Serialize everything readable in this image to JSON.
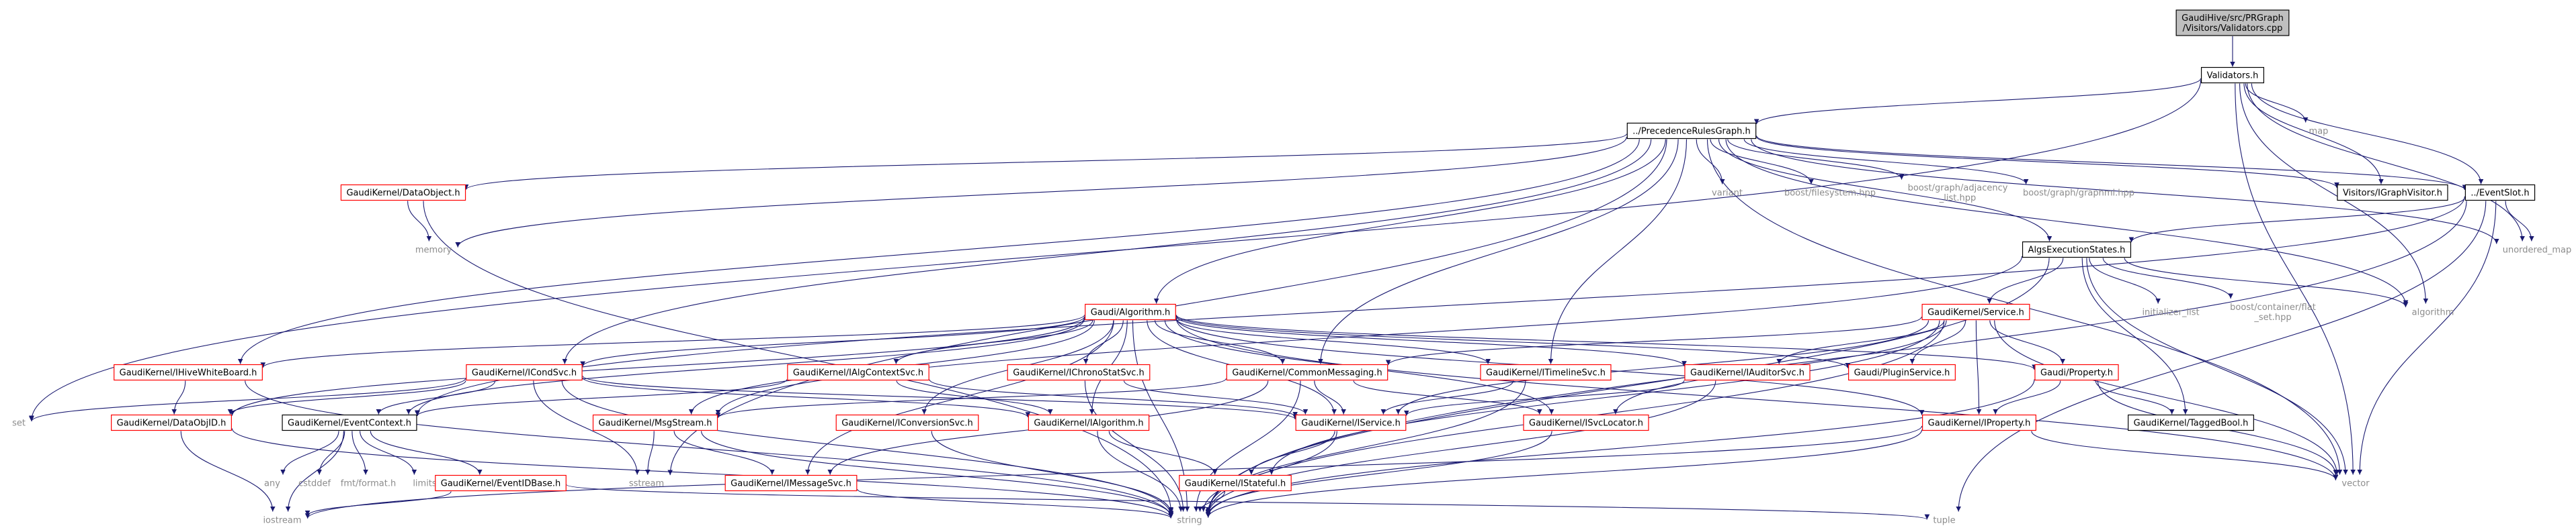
{
  "colors": {
    "edge": "#191970",
    "root_fill": "#bfbfbf",
    "documented_border": "#000000",
    "undocumented_border": "#ff0000",
    "system_text": "#8c8c8c",
    "text": "#000000"
  },
  "nodes": [
    {
      "id": "root",
      "label": [
        "GaudiHive/src/PRGraph",
        "/Visitors/Validators.cpp"
      ],
      "kind": "root"
    },
    {
      "id": "validators",
      "label": [
        "Validators.h"
      ],
      "kind": "documented"
    },
    {
      "id": "prg",
      "label": [
        "../PrecedenceRulesGraph.h"
      ],
      "kind": "documented"
    },
    {
      "id": "igv",
      "label": [
        "Visitors/IGraphVisitor.h"
      ],
      "kind": "documented"
    },
    {
      "id": "eventslot",
      "label": [
        "../EventSlot.h"
      ],
      "kind": "documented"
    },
    {
      "id": "map",
      "label": [
        "map"
      ],
      "kind": "system"
    },
    {
      "id": "dataobject",
      "label": [
        "GaudiKernel/DataObject.h"
      ],
      "kind": "undocumented"
    },
    {
      "id": "memory",
      "label": [
        "memory"
      ],
      "kind": "system"
    },
    {
      "id": "variant",
      "label": [
        "variant"
      ],
      "kind": "system"
    },
    {
      "id": "bfs",
      "label": [
        "boost/filesystem.hpp"
      ],
      "kind": "system"
    },
    {
      "id": "badj",
      "label": [
        "boost/graph/adjacency",
        "_list.hpp"
      ],
      "kind": "system"
    },
    {
      "id": "bgml",
      "label": [
        "boost/graph/graphml.hpp"
      ],
      "kind": "system"
    },
    {
      "id": "unordered",
      "label": [
        "unordered_map"
      ],
      "kind": "system"
    },
    {
      "id": "aes",
      "label": [
        "AlgsExecutionStates.h"
      ],
      "kind": "documented"
    },
    {
      "id": "algorithm_sys",
      "label": [
        "algorithm"
      ],
      "kind": "system"
    },
    {
      "id": "initlist",
      "label": [
        "initializer_list"
      ],
      "kind": "system"
    },
    {
      "id": "flatset",
      "label": [
        "boost/container/flat",
        "_set.hpp"
      ],
      "kind": "system"
    },
    {
      "id": "gaudialgo",
      "label": [
        "Gaudi/Algorithm.h"
      ],
      "kind": "undocumented"
    },
    {
      "id": "service",
      "label": [
        "GaudiKernel/Service.h"
      ],
      "kind": "undocumented"
    },
    {
      "id": "ihivewb",
      "label": [
        "GaudiKernel/IHiveWhiteBoard.h"
      ],
      "kind": "undocumented"
    },
    {
      "id": "icondsvc",
      "label": [
        "GaudiKernel/ICondSvc.h"
      ],
      "kind": "undocumented"
    },
    {
      "id": "ialgctx",
      "label": [
        "GaudiKernel/IAlgContextSvc.h"
      ],
      "kind": "undocumented"
    },
    {
      "id": "ichrono",
      "label": [
        "GaudiKernel/IChronoStatSvc.h"
      ],
      "kind": "undocumented"
    },
    {
      "id": "commsg",
      "label": [
        "GaudiKernel/CommonMessaging.h"
      ],
      "kind": "undocumented"
    },
    {
      "id": "itimeline",
      "label": [
        "GaudiKernel/ITimelineSvc.h"
      ],
      "kind": "undocumented"
    },
    {
      "id": "iauditor",
      "label": [
        "GaudiKernel/IAuditorSvc.h"
      ],
      "kind": "undocumented"
    },
    {
      "id": "pluginsvc",
      "label": [
        "Gaudi/PluginService.h"
      ],
      "kind": "undocumented"
    },
    {
      "id": "property",
      "label": [
        "Gaudi/Property.h"
      ],
      "kind": "undocumented"
    },
    {
      "id": "set",
      "label": [
        "set"
      ],
      "kind": "system"
    },
    {
      "id": "dataobjid",
      "label": [
        "GaudiKernel/DataObjID.h"
      ],
      "kind": "undocumented"
    },
    {
      "id": "eventctx",
      "label": [
        "GaudiKernel/EventContext.h"
      ],
      "kind": "documented"
    },
    {
      "id": "msgstream",
      "label": [
        "GaudiKernel/MsgStream.h"
      ],
      "kind": "undocumented"
    },
    {
      "id": "iconvsvc",
      "label": [
        "GaudiKernel/IConversionSvc.h"
      ],
      "kind": "undocumented"
    },
    {
      "id": "ialgorithm",
      "label": [
        "GaudiKernel/IAlgorithm.h"
      ],
      "kind": "undocumented"
    },
    {
      "id": "iservice",
      "label": [
        "GaudiKernel/IService.h"
      ],
      "kind": "undocumented"
    },
    {
      "id": "isvcloc",
      "label": [
        "GaudiKernel/ISvcLocator.h"
      ],
      "kind": "undocumented"
    },
    {
      "id": "iproperty",
      "label": [
        "GaudiKernel/IProperty.h"
      ],
      "kind": "undocumented"
    },
    {
      "id": "taggedbool",
      "label": [
        "GaudiKernel/TaggedBool.h"
      ],
      "kind": "documented"
    },
    {
      "id": "vector",
      "label": [
        "vector"
      ],
      "kind": "system"
    },
    {
      "id": "any",
      "label": [
        "any"
      ],
      "kind": "system"
    },
    {
      "id": "cstddef",
      "label": [
        "cstddef"
      ],
      "kind": "system"
    },
    {
      "id": "fmt",
      "label": [
        "fmt/format.h"
      ],
      "kind": "system"
    },
    {
      "id": "limits",
      "label": [
        "limits"
      ],
      "kind": "system"
    },
    {
      "id": "eventidbase",
      "label": [
        "GaudiKernel/EventIDBase.h"
      ],
      "kind": "undocumented"
    },
    {
      "id": "sstream",
      "label": [
        "sstream"
      ],
      "kind": "system"
    },
    {
      "id": "imsgsvc",
      "label": [
        "GaudiKernel/IMessageSvc.h"
      ],
      "kind": "undocumented"
    },
    {
      "id": "istateful",
      "label": [
        "GaudiKernel/IStateful.h"
      ],
      "kind": "undocumented"
    },
    {
      "id": "iostream",
      "label": [
        "iostream"
      ],
      "kind": "system"
    },
    {
      "id": "string",
      "label": [
        "string"
      ],
      "kind": "system"
    },
    {
      "id": "tuple",
      "label": [
        "tuple"
      ],
      "kind": "system"
    }
  ],
  "edges": [
    [
      "root",
      "validators"
    ],
    [
      "validators",
      "prg"
    ],
    [
      "validators",
      "igv"
    ],
    [
      "validators",
      "eventslot"
    ],
    [
      "validators",
      "map"
    ],
    [
      "validators",
      "set"
    ],
    [
      "validators",
      "algorithm_sys"
    ],
    [
      "validators",
      "unordered"
    ],
    [
      "validators",
      "vector"
    ],
    [
      "prg",
      "dataobject"
    ],
    [
      "prg",
      "memory"
    ],
    [
      "prg",
      "variant"
    ],
    [
      "prg",
      "bfs"
    ],
    [
      "prg",
      "badj"
    ],
    [
      "prg",
      "bgml"
    ],
    [
      "prg",
      "igv"
    ],
    [
      "prg",
      "eventslot"
    ],
    [
      "prg",
      "aes"
    ],
    [
      "prg",
      "gaudialgo"
    ],
    [
      "prg",
      "ihivewb"
    ],
    [
      "prg",
      "icondsvc"
    ],
    [
      "prg",
      "commsg"
    ],
    [
      "prg",
      "itimeline"
    ],
    [
      "prg",
      "unordered"
    ],
    [
      "prg",
      "algorithm_sys"
    ],
    [
      "prg",
      "vector"
    ],
    [
      "prg",
      "sstream"
    ],
    [
      "dataobject",
      "memory"
    ],
    [
      "dataobject",
      "string"
    ],
    [
      "eventslot",
      "aes"
    ],
    [
      "eventslot",
      "eventctx"
    ],
    [
      "eventslot",
      "unordered"
    ],
    [
      "eventslot",
      "vector"
    ],
    [
      "eventslot",
      "string"
    ],
    [
      "eventslot",
      "tuple"
    ],
    [
      "aes",
      "initlist"
    ],
    [
      "aes",
      "flatset"
    ],
    [
      "aes",
      "service"
    ],
    [
      "aes",
      "algorithm_sys"
    ],
    [
      "aes",
      "vector"
    ],
    [
      "aes",
      "string"
    ],
    [
      "aes",
      "msgstream"
    ],
    [
      "aes",
      "taggedbool"
    ],
    [
      "gaudialgo",
      "ihivewb"
    ],
    [
      "gaudialgo",
      "icondsvc"
    ],
    [
      "gaudialgo",
      "ialgctx"
    ],
    [
      "gaudialgo",
      "ichrono"
    ],
    [
      "gaudialgo",
      "commsg"
    ],
    [
      "gaudialgo",
      "itimeline"
    ],
    [
      "gaudialgo",
      "iauditor"
    ],
    [
      "gaudialgo",
      "pluginsvc"
    ],
    [
      "gaudialgo",
      "property"
    ],
    [
      "gaudialgo",
      "dataobjid"
    ],
    [
      "gaudialgo",
      "eventctx"
    ],
    [
      "gaudialgo",
      "msgstream"
    ],
    [
      "gaudialgo",
      "iconvsvc"
    ],
    [
      "gaudialgo",
      "ialgorithm"
    ],
    [
      "gaudialgo",
      "iservice"
    ],
    [
      "gaudialgo",
      "isvcloc"
    ],
    [
      "gaudialgo",
      "iproperty"
    ],
    [
      "gaudialgo",
      "vector"
    ],
    [
      "gaudialgo",
      "string"
    ],
    [
      "gaudialgo",
      "imsgsvc"
    ],
    [
      "service",
      "commsg"
    ],
    [
      "service",
      "iauditor"
    ],
    [
      "service",
      "pluginsvc"
    ],
    [
      "service",
      "property"
    ],
    [
      "service",
      "iservice"
    ],
    [
      "service",
      "isvcloc"
    ],
    [
      "service",
      "iproperty"
    ],
    [
      "service",
      "istateful"
    ],
    [
      "service",
      "vector"
    ],
    [
      "service",
      "string"
    ],
    [
      "ihivewb",
      "dataobjid"
    ],
    [
      "ihivewb",
      "string"
    ],
    [
      "icondsvc",
      "set"
    ],
    [
      "icondsvc",
      "dataobjid"
    ],
    [
      "icondsvc",
      "eventctx"
    ],
    [
      "icondsvc",
      "ialgorithm"
    ],
    [
      "icondsvc",
      "iservice"
    ],
    [
      "icondsvc",
      "sstream"
    ],
    [
      "icondsvc",
      "string"
    ],
    [
      "ialgctx",
      "eventctx"
    ],
    [
      "ialgctx",
      "ialgorithm"
    ],
    [
      "ialgctx",
      "iservice"
    ],
    [
      "ichrono",
      "iservice"
    ],
    [
      "ichrono",
      "string"
    ],
    [
      "commsg",
      "msgstream"
    ],
    [
      "commsg",
      "iservice"
    ],
    [
      "commsg",
      "isvcloc"
    ],
    [
      "commsg",
      "imsgsvc"
    ],
    [
      "commsg",
      "string"
    ],
    [
      "itimeline",
      "iservice"
    ],
    [
      "itimeline",
      "string"
    ],
    [
      "iauditor",
      "iservice"
    ],
    [
      "iauditor",
      "string"
    ],
    [
      "property",
      "iproperty"
    ],
    [
      "property",
      "taggedbool"
    ],
    [
      "property",
      "string"
    ],
    [
      "property",
      "vector"
    ],
    [
      "dataobjid",
      "iostream"
    ],
    [
      "dataobjid",
      "string"
    ],
    [
      "eventctx",
      "any"
    ],
    [
      "eventctx",
      "cstddef"
    ],
    [
      "eventctx",
      "fmt"
    ],
    [
      "eventctx",
      "limits"
    ],
    [
      "eventctx",
      "eventidbase"
    ],
    [
      "eventctx",
      "iostream"
    ],
    [
      "eventidbase",
      "iostream"
    ],
    [
      "eventidbase",
      "tuple"
    ],
    [
      "msgstream",
      "sstream"
    ],
    [
      "msgstream",
      "imsgsvc"
    ],
    [
      "msgstream",
      "string"
    ],
    [
      "iconvsvc",
      "string"
    ],
    [
      "ialgorithm",
      "istateful"
    ],
    [
      "ialgorithm",
      "string"
    ],
    [
      "iservice",
      "istateful"
    ],
    [
      "iservice",
      "string"
    ],
    [
      "isvcloc",
      "string"
    ],
    [
      "iproperty",
      "vector"
    ],
    [
      "iproperty",
      "string"
    ],
    [
      "iproperty",
      "iostream"
    ],
    [
      "imsgsvc",
      "string"
    ],
    [
      "istateful",
      "string"
    ]
  ]
}
